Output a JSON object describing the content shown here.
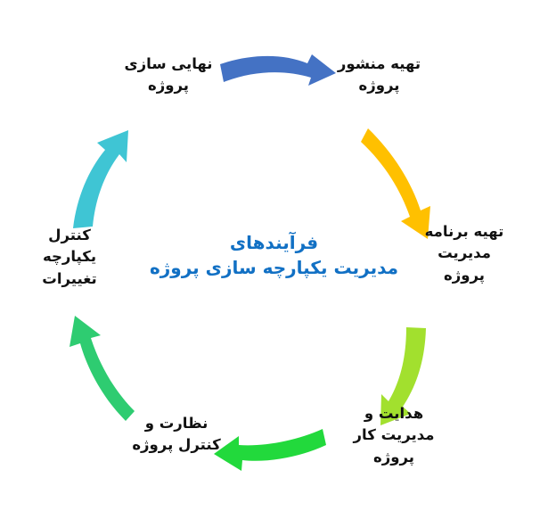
{
  "diagram": {
    "type": "cycle",
    "direction": "clockwise",
    "center_title": "فرآیندهای\nمدیریت یکپارچه سازی پروژه",
    "center_title_color": "#1170C4",
    "background": "#FFFFFF",
    "label_color": "#111111",
    "nodes": [
      {
        "id": "develop-project-charter",
        "label": "تهیه منشور\nپروژه",
        "position": "top-right"
      },
      {
        "id": "develop-pm-plan",
        "label": "تهیه برنامه\nمدیریت\nپروژه",
        "position": "right"
      },
      {
        "id": "direct-manage-project-work",
        "label": "هدایت و\nمدیریت کار\nپروژه",
        "position": "bottom-right"
      },
      {
        "id": "monitor-control-project",
        "label": "نظارت و\nکنترل پروژه",
        "position": "bottom-left"
      },
      {
        "id": "integrated-change-control",
        "label": "کنترل\nیکپارچه\nتغییرات",
        "position": "left"
      },
      {
        "id": "close-project",
        "label": "نهایی سازی\nپروژه",
        "position": "top-left"
      }
    ],
    "arrows": [
      {
        "id": "arrow-top",
        "from": "close-project",
        "to": "develop-project-charter",
        "color": "#4472C4",
        "points": "right"
      },
      {
        "id": "arrow-upper-right",
        "from": "develop-project-charter",
        "to": "develop-pm-plan",
        "color": "#FFC000",
        "points": "down-right"
      },
      {
        "id": "arrow-lower-right",
        "from": "develop-pm-plan",
        "to": "direct-manage-project-work",
        "color": "#A2E02E",
        "points": "down-left"
      },
      {
        "id": "arrow-bottom",
        "from": "direct-manage-project-work",
        "to": "monitor-control-project",
        "color": "#22D93C",
        "points": "left"
      },
      {
        "id": "arrow-lower-left",
        "from": "monitor-control-project",
        "to": "integrated-change-control",
        "color": "#2ECC71",
        "points": "up-left"
      },
      {
        "id": "arrow-upper-left",
        "from": "integrated-change-control",
        "to": "close-project",
        "color": "#3FC5D4",
        "points": "up-right"
      }
    ]
  }
}
